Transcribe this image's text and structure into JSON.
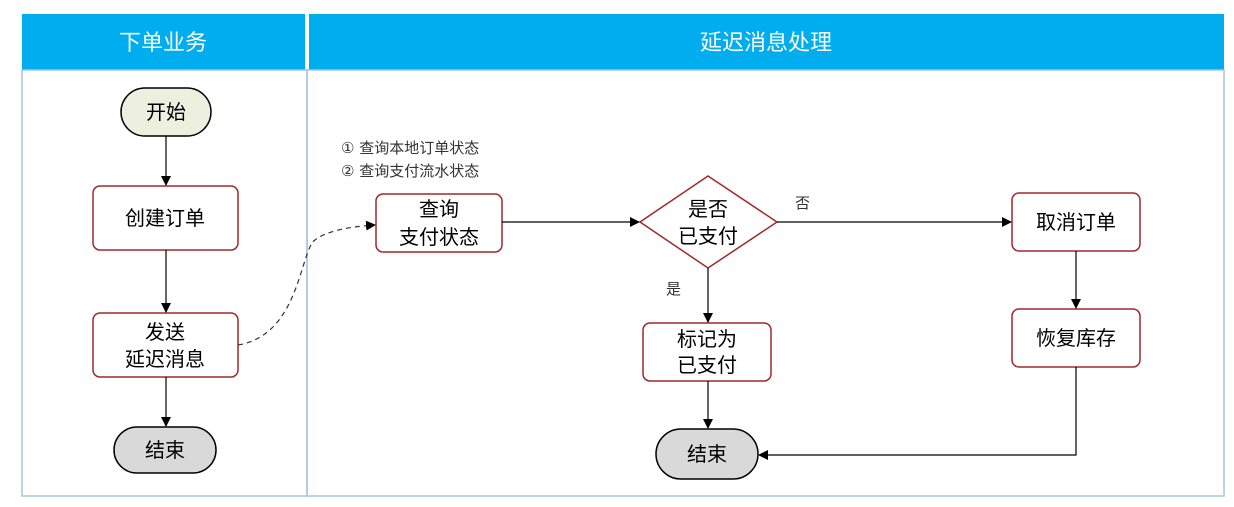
{
  "lanes": {
    "left_title": "下单业务",
    "right_title": "延迟消息处理"
  },
  "nodes": {
    "start": "开始",
    "create_order": {
      "line1": "创建订单"
    },
    "send_delay": {
      "line1": "发送",
      "line2": "延迟消息"
    },
    "end_left": "结束",
    "query_status": {
      "line1": "查询",
      "line2": "支付状态"
    },
    "decision": {
      "line1": "是否",
      "line2": "已支付"
    },
    "cancel_order": "取消订单",
    "restore_stock": "恢复库存",
    "mark_paid": {
      "line1": "标记为",
      "line2": "已支付"
    },
    "end_right": "结束"
  },
  "notes": [
    "①  查询本地订单状态",
    "②  查询支付流水状态"
  ],
  "edges": {
    "no_label": "否",
    "yes_label": "是"
  },
  "colors": {
    "header": "#00AEEF",
    "lane_border": "#A9C4E0",
    "node_border": "#A0282B",
    "start_fill": "#EDF0DF",
    "end_fill": "#D9D9D9"
  }
}
